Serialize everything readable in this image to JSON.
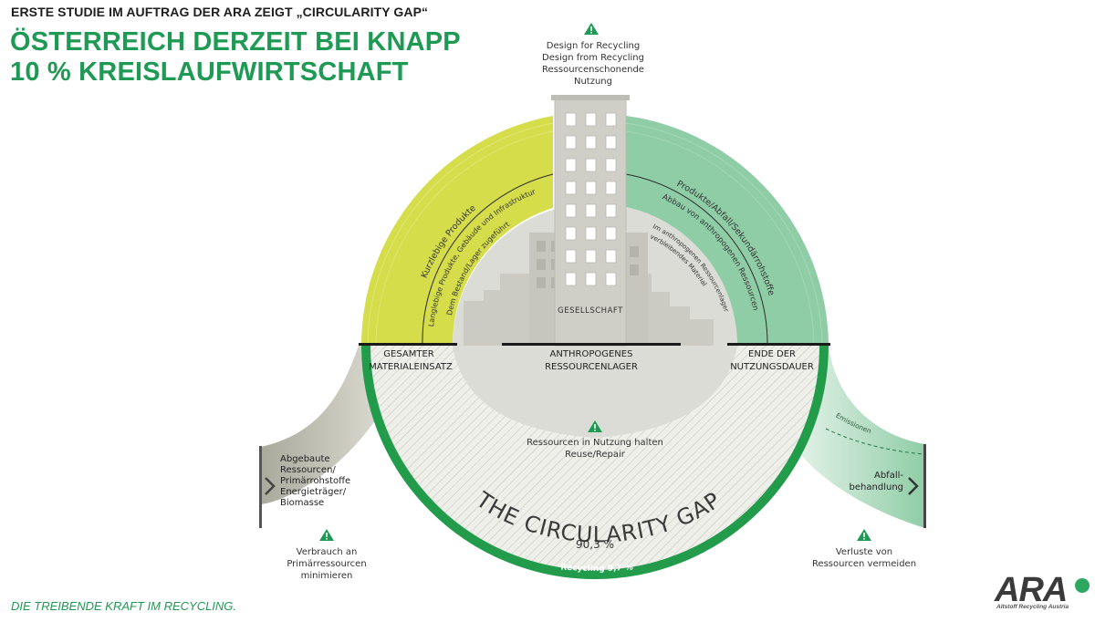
{
  "header": {
    "kicker": "ERSTE STUDIE IM AUFTRAG DER ARA ZEIGT „CIRCULARITY GAP“",
    "headline_line1": "ÖSTERREICH DERZEIT BEI KNAPP",
    "headline_line2": "10 % KREISLAUFWIRTSCHAFT"
  },
  "footer": {
    "slogan": "DIE TREIBENDE KRAFT IM RECYCLING."
  },
  "logo": {
    "name": "ARA",
    "subtitle": "Altstoff Recycling Austria"
  },
  "notes": {
    "top": [
      "Design for Recycling",
      "Design from Recycling",
      "Ressourcenschonende",
      "Nutzung"
    ],
    "center": [
      "Ressourcen in Nutzung halten",
      "Reuse/Repair"
    ],
    "left": [
      "Verbrauch an",
      "Primärressourcen",
      "minimieren"
    ],
    "right": [
      "Verluste von",
      "Ressourcen vermeiden"
    ]
  },
  "labels": {
    "society": "GESELLSCHAFT",
    "input_line1": "GESAMTER",
    "input_line2": "MATERIALEINSATZ",
    "stock_line1": "ANTHROPOGENES",
    "stock_line2": "RESSOURCENLAGER",
    "end_line1": "ENDE DER",
    "end_line2": "NUTZUNGSDAUER",
    "source_lines": [
      "Abgebaute",
      "Ressourcen/",
      "Primärrohstoffe",
      "Energieträger/",
      "Biomasse"
    ],
    "waste_line1": "Abfall-",
    "waste_line2": "behandlung",
    "emissions": "Emissionen",
    "gap_title": "THE CIRCULARITY GAP",
    "gap_value": "90,3 %",
    "recycling": "Recycling 9,7 %"
  },
  "arc_labels": {
    "short_lived": "Kurzlebige Produkte",
    "long_lived": "Langlebige Produkte, Gebäude und Infrastruktur",
    "added_stock": "Dem Bestand/Lager zugeführt",
    "products_waste": "Produkte/Abfall/Sekundärrohstoffe",
    "depletion": "Abbau von anthropogenen Ressourcen",
    "remaining_1": "Im anthropogenen Ressourcenlager",
    "remaining_2": "verbleibendes Material"
  },
  "colors": {
    "headline_green": "#1f9a55",
    "yellow_arc": "#d6dd4a",
    "mint_arc": "#8fcda6",
    "gap_ring": "#229c4b",
    "grey_fill": "#dcdcd6",
    "building": "#cfcfc8",
    "warning": "#1f9a55"
  }
}
